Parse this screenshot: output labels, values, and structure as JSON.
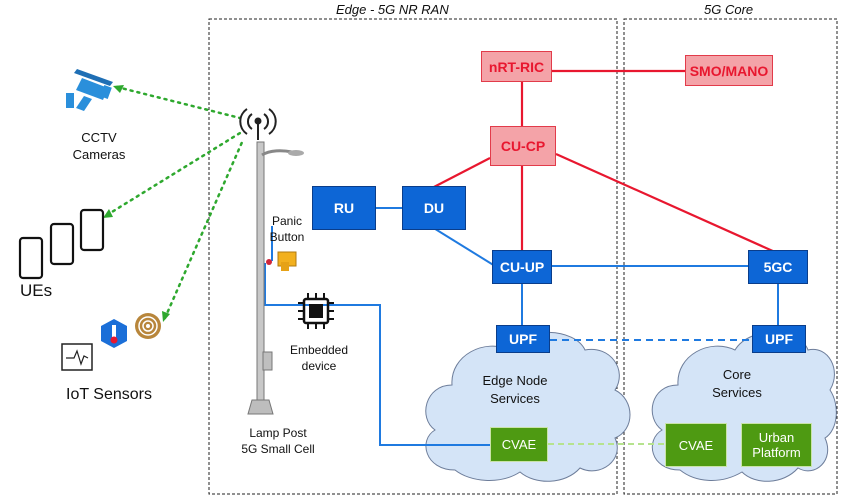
{
  "regions": {
    "edge_ran": "Edge - 5G NR RAN",
    "core": "5G Core"
  },
  "nodes": {
    "nrt_ric": "nRT-RIC",
    "smo_mano": "SMO/MANO",
    "cu_cp": "CU-CP",
    "ru": "RU",
    "du": "DU",
    "cu_up": "CU-UP",
    "fivegc": "5GC",
    "upf_edge": "UPF",
    "upf_core": "UPF",
    "cvae_edge": "CVAE",
    "cvae_core": "CVAE",
    "urban_platform": "Urban\nPlatform"
  },
  "clouds": {
    "edge": "Edge Node\nServices",
    "core": "Core\nServices"
  },
  "labels": {
    "cctv": "CCTV\nCameras",
    "ues": "UEs",
    "iot": "IoT Sensors",
    "panic": "Panic\nButton",
    "embedded": "Embedded\ndevice",
    "lamp": "Lamp Post\n5G Small Cell"
  },
  "colors": {
    "blue_box": "#0d66d6",
    "red_box": "#f4a3a8",
    "red_line": "#e8172f",
    "blue_line": "#1f7ae0",
    "green_box": "#4e9a12",
    "green_dots": "#2ea82e",
    "cloud": "#d4e4f7"
  },
  "icons": [
    "cctv-camera-icon",
    "smartphone-icon",
    "iot-sensor-icon",
    "thermometer-icon",
    "wireless-sensor-icon",
    "antenna-icon",
    "panic-button-icon",
    "chip-icon",
    "lamp-post-icon"
  ]
}
